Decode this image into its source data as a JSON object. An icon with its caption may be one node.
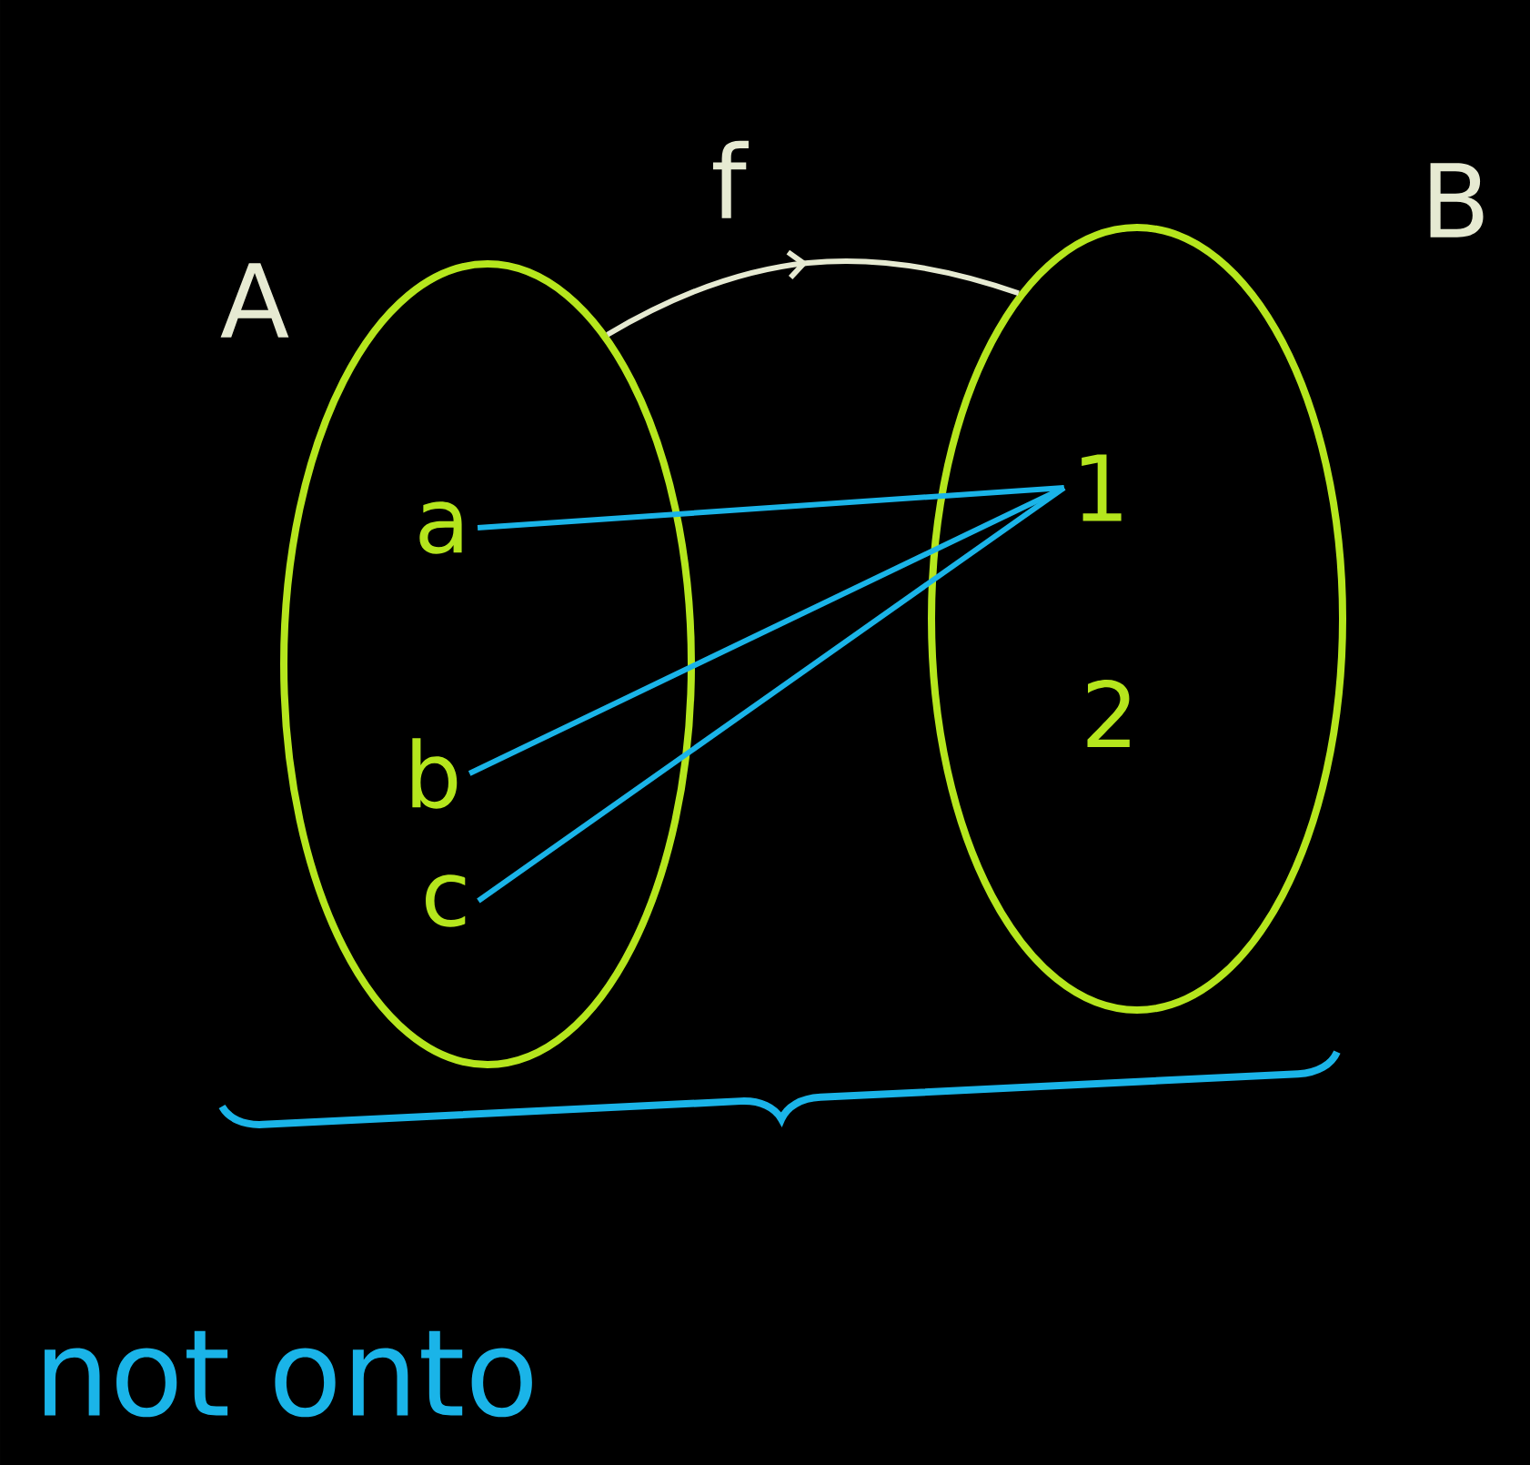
{
  "diagram": {
    "nodes": [
      {
        "text": [
          "A"
        ]
      },
      {
        "text": [
          "B"
        ]
      },
      {
        "text": [
          "a"
        ],
        "in": 0
      },
      {
        "text": [
          "b"
        ],
        "in": 0
      },
      {
        "text": [
          "c"
        ],
        "in": 0
      },
      {
        "text": [
          "1"
        ],
        "in": 1
      },
      {
        "text": [
          "2"
        ],
        "in": 1
      }
    ],
    "edges": [
      {
        "from": 0,
        "to": 1,
        "arrow": "to",
        "label": "f",
        "color": "#e6ead2"
      },
      {
        "from": 2,
        "to": 5,
        "arrow": "none"
      },
      {
        "from": 3,
        "to": 5,
        "arrow": "none"
      },
      {
        "from": 4,
        "to": 5,
        "arrow": "none"
      }
    ],
    "labels": [
      "not onto"
    ]
  }
}
